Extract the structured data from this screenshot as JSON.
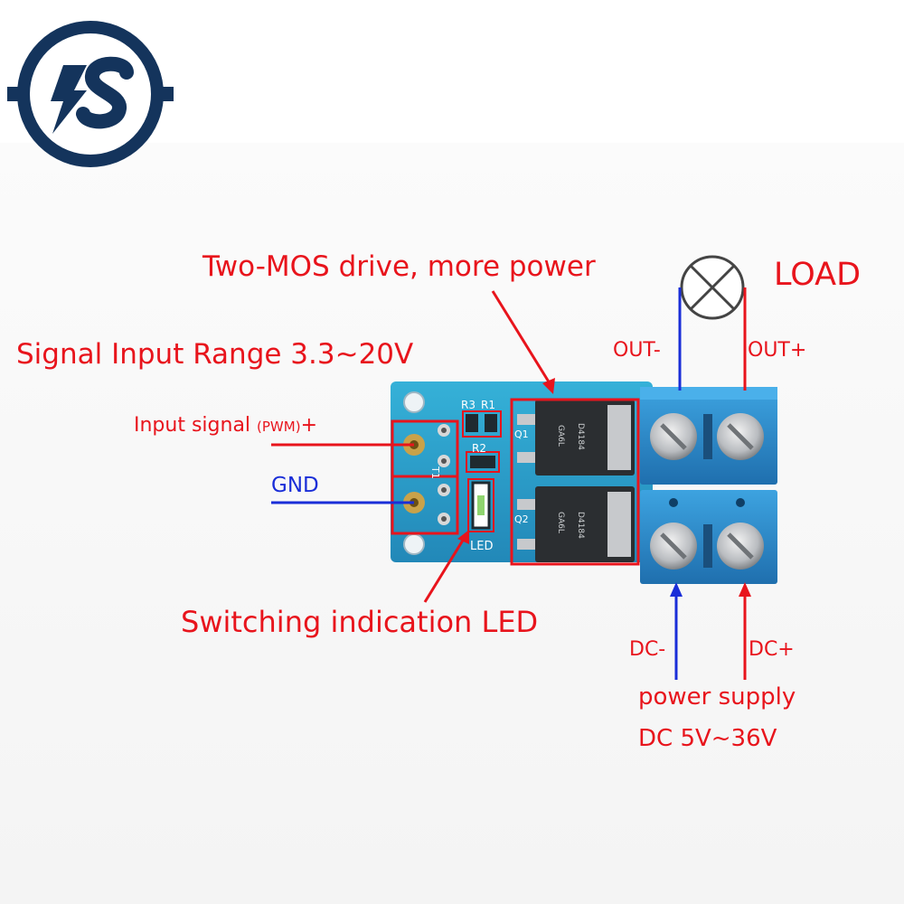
{
  "labels": {
    "two_mos": "Two-MOS drive, more power",
    "load": "LOAD",
    "signal_range": "Signal Input Range  3.3~20V",
    "input_signal_prefix": "Input signal ",
    "input_signal_pwm": "(PWM)",
    "input_signal_plus": "+",
    "gnd": "GND",
    "out_minus": "OUT-",
    "out_plus": "OUT+",
    "switching_led": "Switching indication LED",
    "dc_minus": "DC-",
    "dc_plus": "DC+",
    "power_supply": "power supply",
    "dc_range": "DC 5V~36V"
  },
  "silkscreen": {
    "r3": "R3",
    "r1": "R1",
    "r2": "R2",
    "q1": "Q1",
    "q2": "Q2",
    "t1": "T1",
    "led": "LED",
    "chip_code": "D4184",
    "chip_batch": "GA6L"
  },
  "colors": {
    "label_red": "#e8141c",
    "wire_blue": "#1a2ed8",
    "pcb_blue": "#2a9ec9",
    "terminal_blue": "#2f8fd0",
    "logo_navy": "#14345c"
  },
  "icons": {
    "logo": "lightning-s-logo-icon",
    "lamp": "lamp-load-icon"
  }
}
